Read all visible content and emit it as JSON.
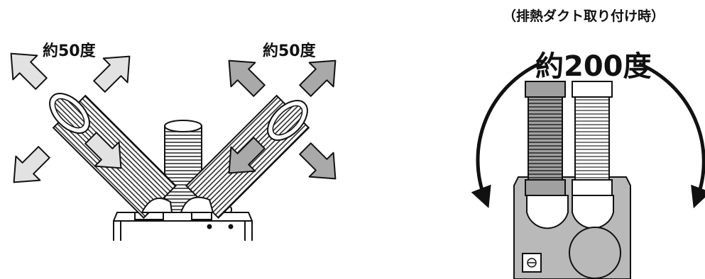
{
  "left_figure": {
    "left_angle_label": "約50度",
    "right_angle_label": "約50度"
  },
  "right_figure": {
    "condition_label": "（排熱ダクト取り付け時）",
    "rotation_label": "約200度"
  },
  "colors": {
    "arrow_light": "#e2e2e2",
    "arrow_dark": "#a9a9a9",
    "unit_gray": "#b9b9b9",
    "duct_gray": "#a0a0a0",
    "line": "#111111"
  },
  "icons": [
    "arrow-icon",
    "duct-hose",
    "rotation-arrow-icon",
    "screw-icon"
  ]
}
